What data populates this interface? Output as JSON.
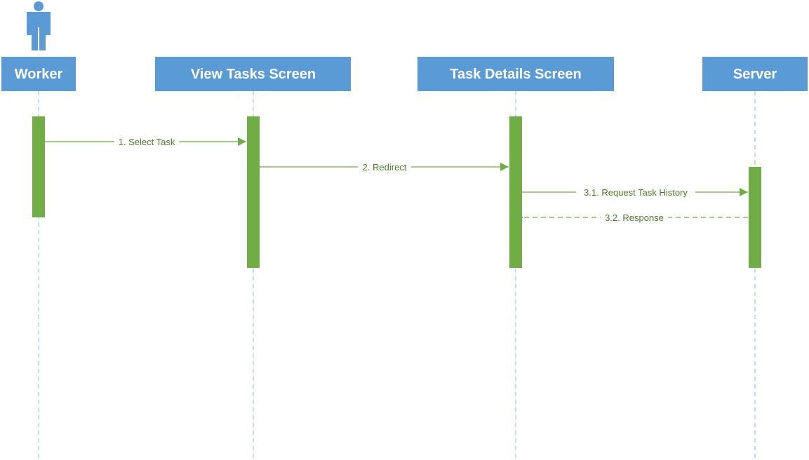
{
  "participants": {
    "worker": {
      "label": "Worker"
    },
    "view_tasks": {
      "label": "View Tasks Screen"
    },
    "task_details": {
      "label": "Task Details Screen"
    },
    "server": {
      "label": "Server"
    }
  },
  "messages": {
    "m1": {
      "label": "1. Select Task",
      "style": "sync"
    },
    "m2": {
      "label": "2. Redirect",
      "style": "sync"
    },
    "m31": {
      "label": "3.1. Request Task History",
      "style": "sync"
    },
    "m32": {
      "label": "3.2. Response",
      "style": "return"
    }
  },
  "colors": {
    "header_fill": "#5b9bd5",
    "header_text": "#ffffff",
    "activation": "#70ad47",
    "lifeline": "#9dc3e6",
    "message_line": "#70ad47",
    "message_text": "#4e7a2a",
    "actor_icon": "#5b9bd5"
  },
  "icons": {
    "actor": "person-icon"
  }
}
